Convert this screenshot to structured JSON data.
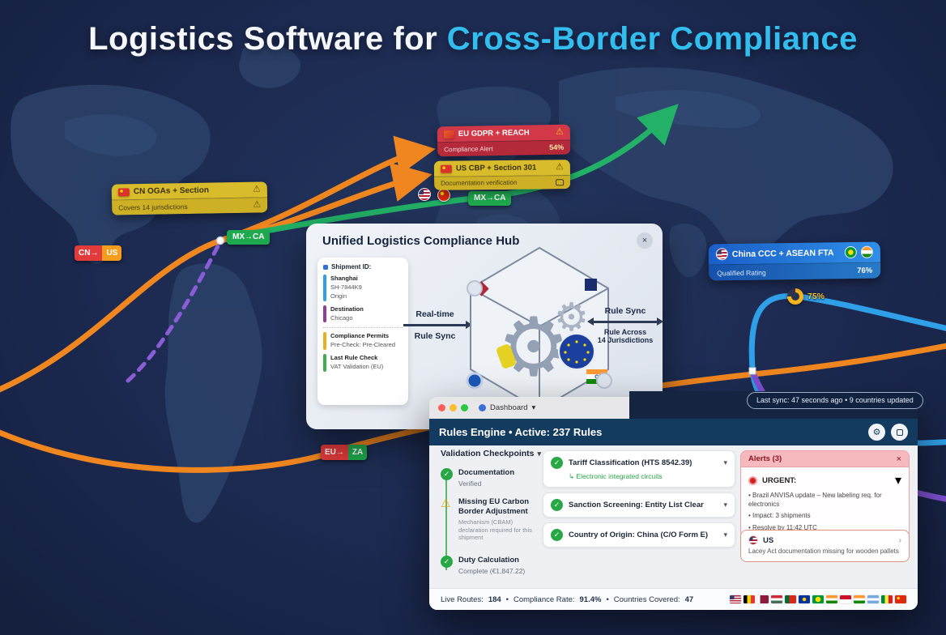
{
  "title": {
    "white": "Logistics Software for ",
    "accent": "Cross-Border Compliance"
  },
  "icons": {
    "caret": "▾",
    "close": "×",
    "chevron_right": "›",
    "check": "✓",
    "warning": "⚠",
    "gear": "⚙"
  },
  "map": {
    "badge_cn_us": {
      "from": "CN→",
      "to": "US"
    },
    "badge_mx_ca_1": "MX→CA",
    "badge_mx_ca_2": "MX→CA",
    "badge_eu_za": {
      "from": "EU→",
      "to": "ZA"
    },
    "gauge_value": "75%"
  },
  "callouts": {
    "cn": {
      "title": "CN OGAs + Section",
      "subtitle": "Covers 14 jurisdictions"
    },
    "eu": {
      "title": "EU GDPR + REACH",
      "subtitle": "Compliance Alert",
      "value": "54%"
    },
    "us": {
      "title": "US CBP + Section 301",
      "subtitle": "Documentation verification"
    },
    "asia": {
      "title": "China CCC + ASEAN FTA",
      "subtitle": "Qualified Rating",
      "value": "76%"
    }
  },
  "hub": {
    "title": "Unified Logistics Compliance Hub",
    "shipment": {
      "header": "Shipment ID:",
      "blue": {
        "l1": "Shanghai",
        "l2": "SH-7844K9",
        "l3": "Origin"
      },
      "purple": {
        "l1": "Destination",
        "l2": "Chicago"
      },
      "yellow": {
        "l1": "Compliance Permits",
        "l2": "Pre-Check: Pre-Cleared"
      },
      "green": {
        "l1": "Last Rule Check",
        "l2": "VAT Validation (EU)"
      }
    },
    "left_label_1": "Real-time",
    "left_label_2": "Rule Sync",
    "right_label_1": "Rule Sync",
    "right_label_2": "Rule Across",
    "right_label_3": "14 Jurisdictions"
  },
  "sync_pill": "Last sync: 47 seconds ago • 9 countries updated",
  "window": {
    "titlebar_label": "Dashboard",
    "header": "Rules Engine • Active: 237 Rules",
    "checkpoints": {
      "title": "Validation Checkpoints",
      "item1": {
        "title": "Documentation",
        "sub": "Verified"
      },
      "item2": {
        "title": "Missing EU Carbon Border Adjustment",
        "sub": "Mechanism (CBAM) declaration required for this shipment"
      },
      "item3": {
        "title": "Duty Calculation",
        "sub": "Complete (€1,847.22)"
      }
    },
    "rules": {
      "r1": {
        "title": "Tariff Classification (HTS 8542.39)",
        "sub": "↳ Electronic integrated circuits"
      },
      "r2": {
        "title": "Sanction Screening: Entity List Clear"
      },
      "r3": {
        "title": "Country of Origin: China (C/O Form E)"
      }
    },
    "alerts": {
      "title": "Alerts (3)",
      "urgent_label": "URGENT:",
      "b1": "• Brazil ANVISA update – New labeling req. for electronics",
      "b2": "• Impact: 3 shipments",
      "b3": "• Resolve by 11:42 UTC"
    },
    "us_alert": {
      "country": "US",
      "text": "Lacey Act documentation missing for wooden pallets"
    },
    "footer": {
      "live_routes_label": "Live Routes:",
      "live_routes": "184",
      "sep1": "•",
      "compliance_label": "Compliance Rate:",
      "compliance": "91.4%",
      "sep2": "•",
      "countries_label": "Countries Covered:",
      "countries": "47"
    }
  }
}
